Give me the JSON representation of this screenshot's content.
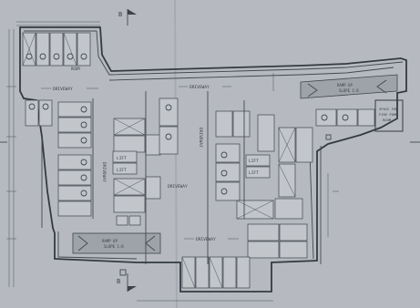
{
  "labels": {
    "section_top": "B",
    "section_bottom": "B",
    "aisle": "DRIVEWAY",
    "lift": "LIFT",
    "lift_short": "LIFT",
    "ramp_right_line1": "RAMP UP",
    "ramp_right_line2": "SLOPE 1:8",
    "ramp_bottom_line1": "RAMP UP",
    "ramp_bottom_line2": "SLOPE 1:8",
    "pump_room_line1": "SPACE FOR",
    "pump_room_line2": "FIRE PUMP",
    "pump_room_line3": "ROOM",
    "room_top": "ROOM"
  },
  "colors": {
    "paper": "#b6bac0",
    "ink": "#3e4248",
    "ramp_fill": "#9ea3aa"
  }
}
